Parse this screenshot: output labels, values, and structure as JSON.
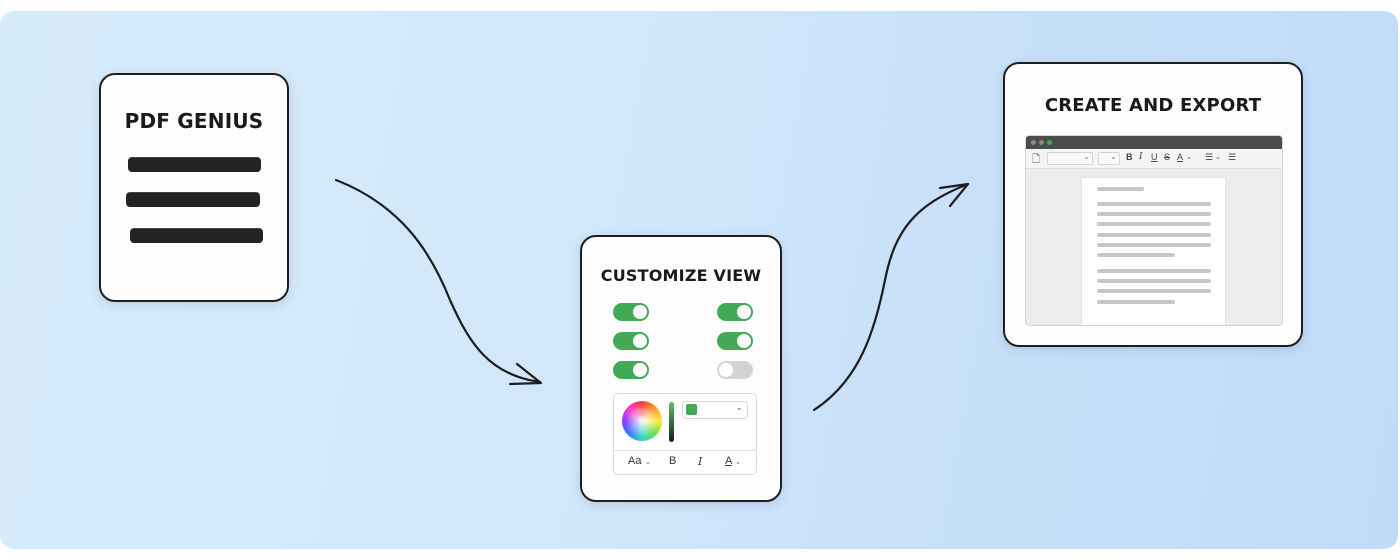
{
  "steps": [
    {
      "title": "PDF GENIUS",
      "icon": "document-lines-icon",
      "bars": 3
    },
    {
      "title": "CUSTOMIZE VIEW",
      "toggles": [
        {
          "column": "left",
          "state": "on"
        },
        {
          "column": "right",
          "state": "on"
        },
        {
          "column": "left",
          "state": "on"
        },
        {
          "column": "right",
          "state": "on"
        },
        {
          "column": "left",
          "state": "on"
        },
        {
          "column": "right",
          "state": "off"
        }
      ],
      "color_picker": {
        "selected_color": "#43a957",
        "font_size_label": "Aa",
        "bold_label": "B",
        "italic_label": "I",
        "text_color_label": "A",
        "chevron": "⌄"
      }
    },
    {
      "title": "CREATE AND EXPORT",
      "editor": {
        "toolbar": {
          "bold": "B",
          "italic": "I",
          "underline": "U",
          "strike": "S",
          "text_color": "A",
          "bullets": "☰",
          "numbered": "☰",
          "chevron": "⌄"
        },
        "window_dots": [
          "#8a8a8a",
          "#8a8a8a",
          "#3fae4f"
        ]
      }
    }
  ],
  "colors": {
    "toggle_on": "#43a957",
    "toggle_off": "#d2d3d5",
    "background_start": "#d6ebfa",
    "background_end": "#c0dbf8",
    "card_border": "#1e1e1e"
  },
  "connectors": [
    {
      "from": "PDF GENIUS",
      "to": "CUSTOMIZE VIEW",
      "icon": "curved-arrow-down-icon"
    },
    {
      "from": "CUSTOMIZE VIEW",
      "to": "CREATE AND EXPORT",
      "icon": "curved-arrow-up-icon"
    }
  ]
}
